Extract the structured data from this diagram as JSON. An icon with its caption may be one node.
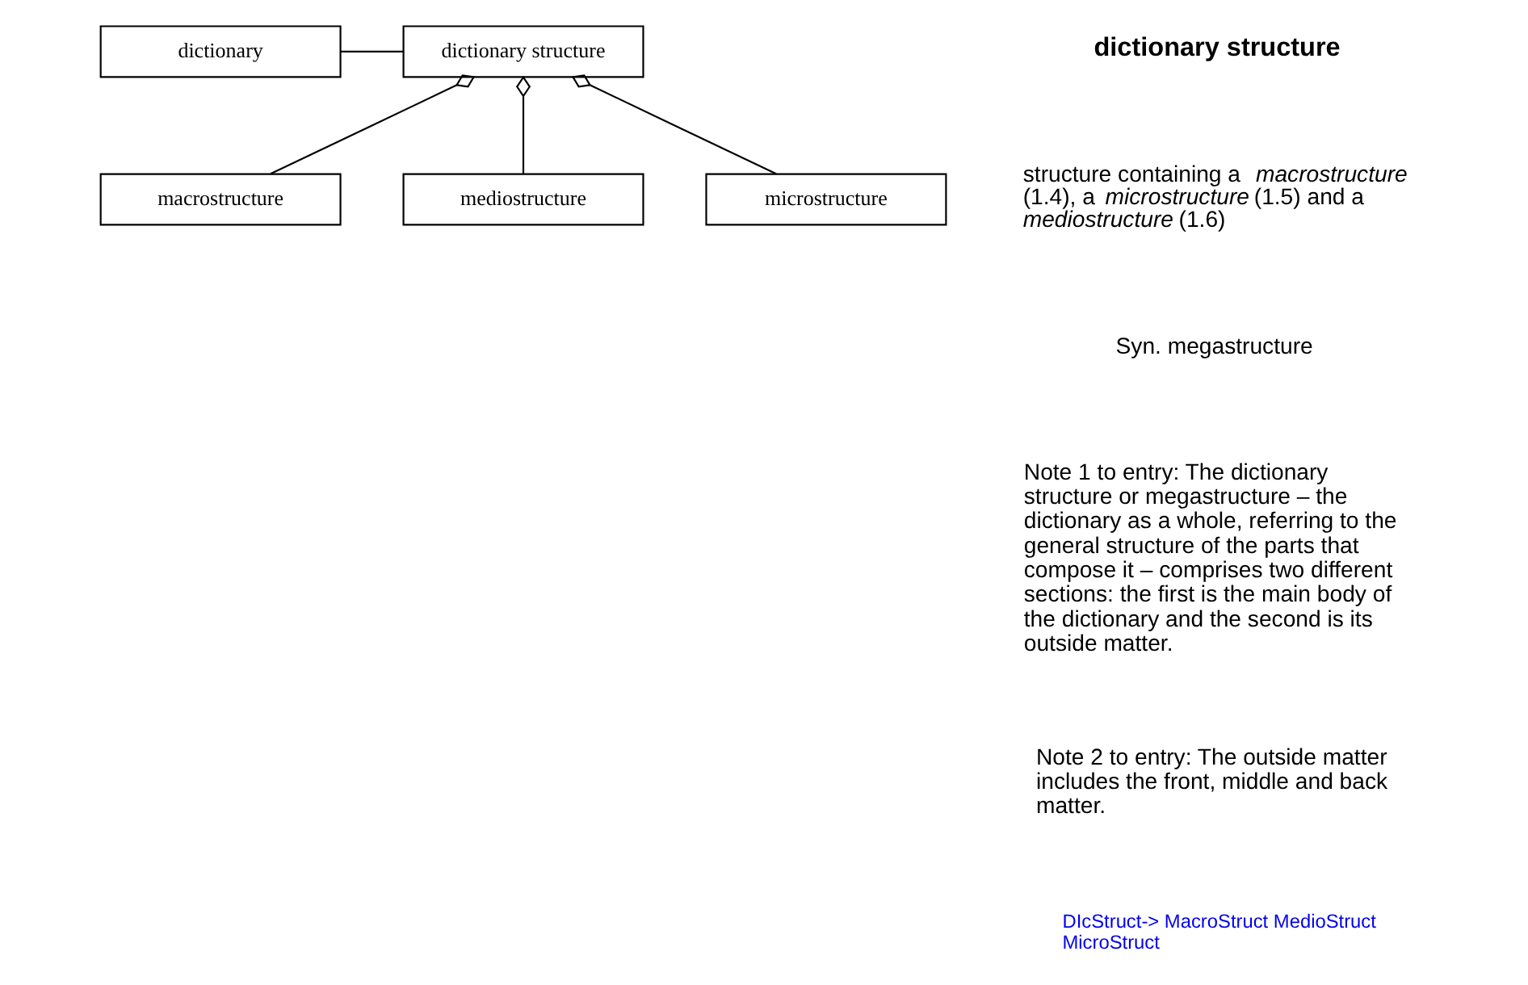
{
  "diagram": {
    "nodes": [
      {
        "text": [
          "dictionary"
        ]
      },
      {
        "text": [
          "dictionary structure"
        ]
      },
      {
        "text": [
          "macrostructure"
        ]
      },
      {
        "text": [
          "mediostructure"
        ]
      },
      {
        "text": [
          "microstructure"
        ]
      }
    ],
    "edges": [
      {
        "from": 0,
        "to": 1,
        "arrow": "none"
      },
      {
        "from": 2,
        "to": 1,
        "arrow": "other"
      },
      {
        "from": 3,
        "to": 1,
        "arrow": "other"
      },
      {
        "from": 4,
        "to": 1,
        "arrow": "other"
      }
    ],
    "labels": [
      "dictionary structure",
      "structure containing a *macrostructure* (1.4), a *microstructure* (1.5) and a *mediostructure* (1.6)",
      "Syn. megastructure",
      "Note 1 to entry: The dictionary structure or megastructure – the dictionary as a whole, referring to the general structure of the parts that compose it – comprises two different sections: the first is the main body of the dictionary and the second is its outside matter.",
      "Note 2 to entry: The outside matter includes the front, middle and back matter.",
      "DIcStruct-> MacroStruct MedioStruct MicroStruct"
    ]
  }
}
